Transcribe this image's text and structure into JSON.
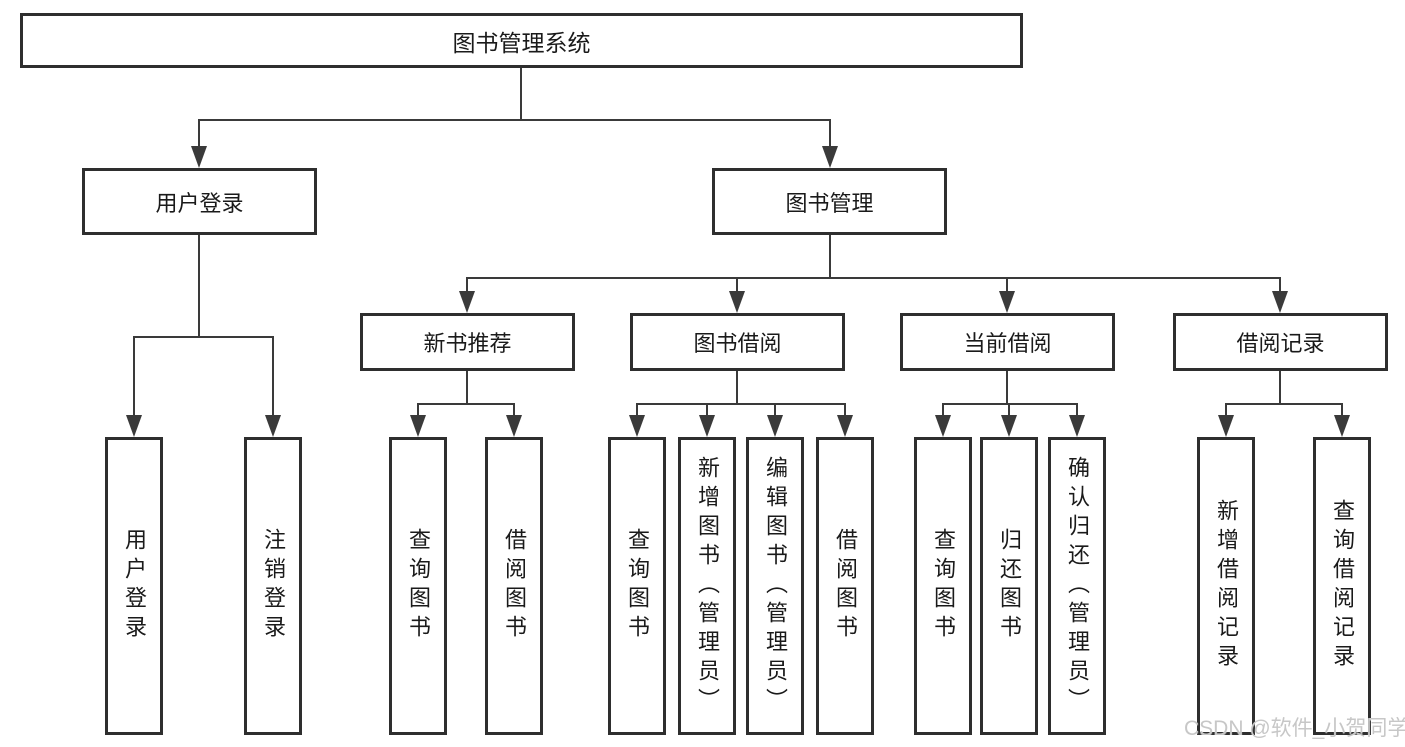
{
  "colors": {
    "background": "#ffffff",
    "border": "#2e2e2e",
    "line": "#3a3a3a",
    "text": "#1a1a1a",
    "watermark": "#c7c7c7"
  },
  "watermark": {
    "text": "CSDN @软件_小贺同学"
  },
  "tree": {
    "root": {
      "label": "图书管理系统"
    },
    "branches": [
      {
        "label": "用户登录",
        "children": [
          {
            "label": "用户登录"
          },
          {
            "label": "注销登录"
          }
        ]
      },
      {
        "label": "图书管理",
        "children": [
          {
            "label": "新书推荐",
            "children": [
              {
                "label": "查询图书"
              },
              {
                "label": "借阅图书"
              }
            ]
          },
          {
            "label": "图书借阅",
            "children": [
              {
                "label": "查询图书"
              },
              {
                "label": "新增图书（管理员）"
              },
              {
                "label": "编辑图书（管理员）"
              },
              {
                "label": "借阅图书"
              }
            ]
          },
          {
            "label": "当前借阅",
            "children": [
              {
                "label": "查询图书"
              },
              {
                "label": "归还图书"
              },
              {
                "label": "确认归还（管理员）"
              }
            ]
          },
          {
            "label": "借阅记录",
            "children": [
              {
                "label": "新增借阅记录"
              },
              {
                "label": "查询借阅记录"
              }
            ]
          }
        ]
      }
    ]
  }
}
